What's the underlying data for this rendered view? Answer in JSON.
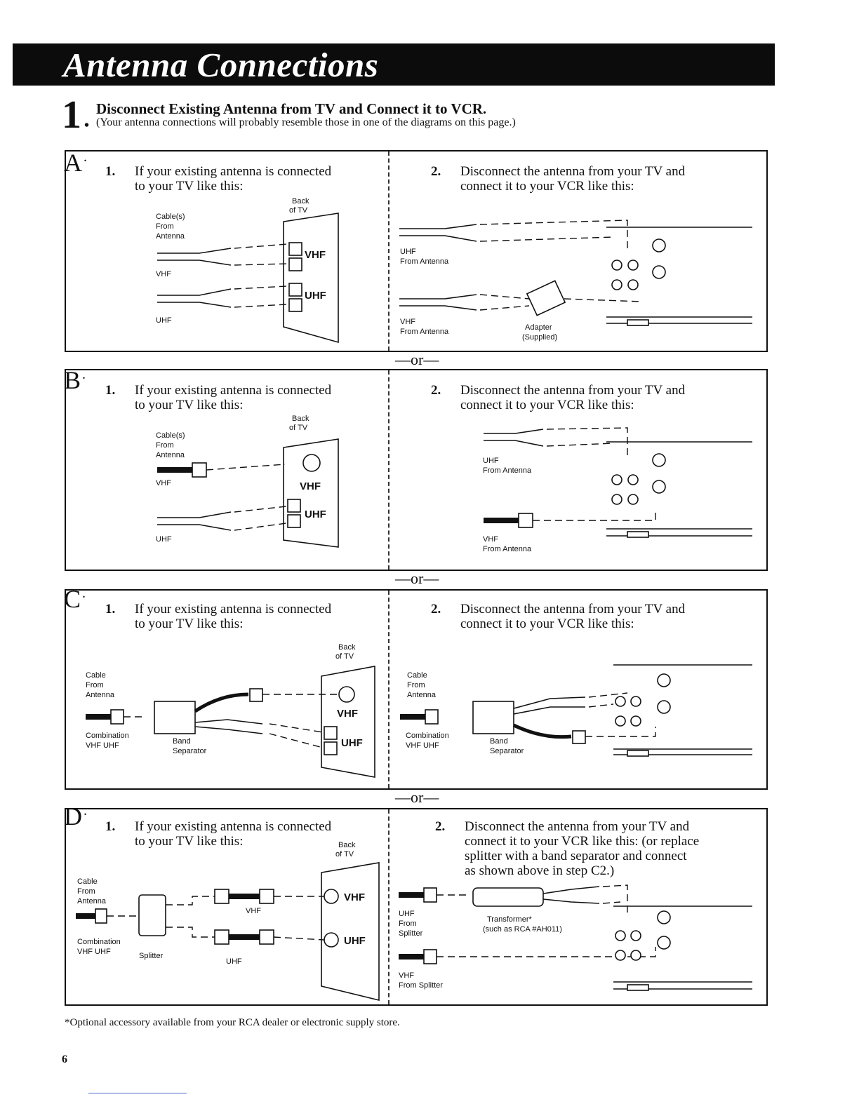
{
  "banner": {
    "title": "Antenna Connections"
  },
  "step": {
    "number": "1",
    "dot": "•",
    "heading": "Disconnect Existing Antenna from TV and Connect it to VCR.",
    "subheading": "(Your antenna connections will probably resemble those in one of the diagrams on this page.)"
  },
  "separator": "—or—",
  "labels": {
    "back_of_tv_1": "Back",
    "back_of_tv_2": "of TV",
    "vhf": "VHF",
    "uhf": "UHF",
    "from_antenna": "From Antenna",
    "adapter": "Adapter",
    "supplied": "(Supplied)",
    "band": "Band",
    "separator_label": "Separator",
    "combination": "Combination",
    "vhf_uhf": "VHF UHF",
    "splitter": "Splitter",
    "from": "From",
    "splitter_word": "Splitter",
    "transformer": "Transformer*",
    "transformer_model": "(such as RCA #AH011)",
    "from_splitter": "From Splitter",
    "cable": "Cable",
    "cables": "Cable(s)",
    "from_word": "From",
    "antenna": "Antenna"
  },
  "sections": [
    {
      "letter": "A",
      "left": {
        "num": "1.",
        "line1": "If your existing antenna is connected",
        "line2": "to your TV like this:"
      },
      "right": {
        "num": "2.",
        "line1": "Disconnect the antenna from your TV and",
        "line2": "connect it to your VCR like this:"
      }
    },
    {
      "letter": "B",
      "left": {
        "num": "1.",
        "line1": "If your existing antenna is connected",
        "line2": "to your TV like this:"
      },
      "right": {
        "num": "2.",
        "line1": "Disconnect the antenna from your TV and",
        "line2": "connect it to your VCR like this:"
      }
    },
    {
      "letter": "C",
      "left": {
        "num": "1.",
        "line1": "If your existing antenna is connected",
        "line2": "to your TV like this:"
      },
      "right": {
        "num": "2.",
        "line1": "Disconnect the antenna from your TV and",
        "line2": "connect it to your VCR like this:"
      }
    },
    {
      "letter": "D",
      "left": {
        "num": "1.",
        "line1": "If your existing antenna is connected",
        "line2": "to your TV like this:"
      },
      "right": {
        "num": "2.",
        "line1": "Disconnect the antenna from your TV and",
        "line2": "connect it to your VCR like this: (or replace",
        "line3": "splitter with a band separator and connect",
        "line4": "as shown above in step C2.)"
      }
    }
  ],
  "footnote": "*Optional accessory available from your RCA dealer or electronic supply store.",
  "page_number": "6"
}
